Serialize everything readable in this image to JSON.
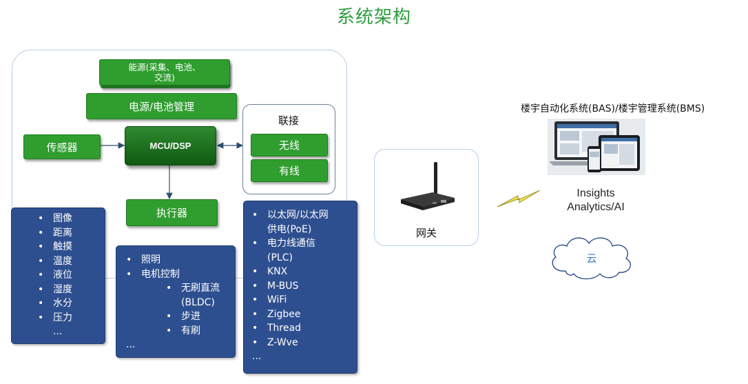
{
  "title": "系统架构",
  "energy": {
    "label": "能源(采集、电池、交流)",
    "line1": "能源(采集、电池、",
    "line2": "交流)"
  },
  "power_mgmt": "电源/电池管理",
  "sensor": "传感器",
  "mcu": "MCU/DSP",
  "actuator": "执行器",
  "connectivity": {
    "title": "联接",
    "wireless": "无线",
    "wired": "有线"
  },
  "sensor_types": [
    "图像",
    "距离",
    "触摸",
    "温度",
    "液位",
    "湿度",
    "水分",
    "压力",
    "..."
  ],
  "actuator_types": {
    "items": [
      "照明",
      "电机控制"
    ],
    "sub_items": [
      "无刷直流",
      "(BLDC)",
      "步进",
      "有刷"
    ],
    "more": "..."
  },
  "connectivity_types": {
    "items": [
      "以太网/以太网",
      "供电(PoE)",
      "电力线通信",
      "(PLC)",
      "KNX",
      "M-BUS",
      "WiFi",
      "Zigbee",
      "Thread",
      "Z-Wve"
    ],
    "more": "..."
  },
  "gateway": {
    "label": "网关"
  },
  "bas_title": "楼宇自动化系统(BAS)/楼宇管理系统(BMS)",
  "insights": {
    "line1": "Insights",
    "line2": "Analytics/AI"
  },
  "cloud": "云",
  "colors": {
    "title": "#2e9e3f",
    "green": "#2f9e2f",
    "blue": "#2e4f8f",
    "frame": "#b9cde3",
    "bolt": "#f2e84a"
  }
}
